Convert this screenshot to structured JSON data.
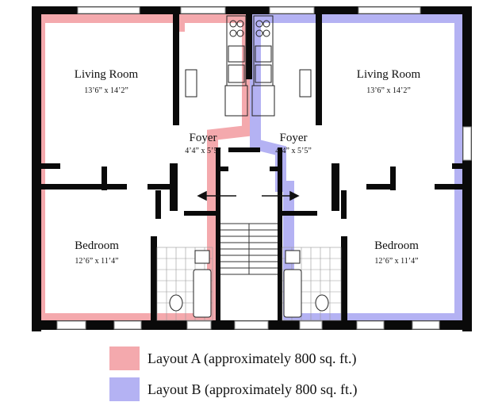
{
  "colors": {
    "layout_a": "#f4a9ad",
    "layout_b": "#b4b2f3",
    "wall": "#0a0a0a"
  },
  "rooms": {
    "living_left": {
      "name": "Living Room",
      "dims": "13’6” x 14’2”"
    },
    "living_right": {
      "name": "Living Room",
      "dims": "13’6” x 14’2”"
    },
    "foyer_left": {
      "name": "Foyer",
      "dims": "4’4” x 5’5”"
    },
    "foyer_right": {
      "name": "Foyer",
      "dims": "4’4” x 5’5”"
    },
    "bedroom_left": {
      "name": "Bedroom",
      "dims": "12’6” x 11’4”"
    },
    "bedroom_right": {
      "name": "Bedroom",
      "dims": "12’6” x 11’4”"
    }
  },
  "legend": {
    "layout_a": "Layout A (approximately 800 sq. ft.)",
    "layout_b": "Layout B (approximately 800 sq. ft.)"
  }
}
